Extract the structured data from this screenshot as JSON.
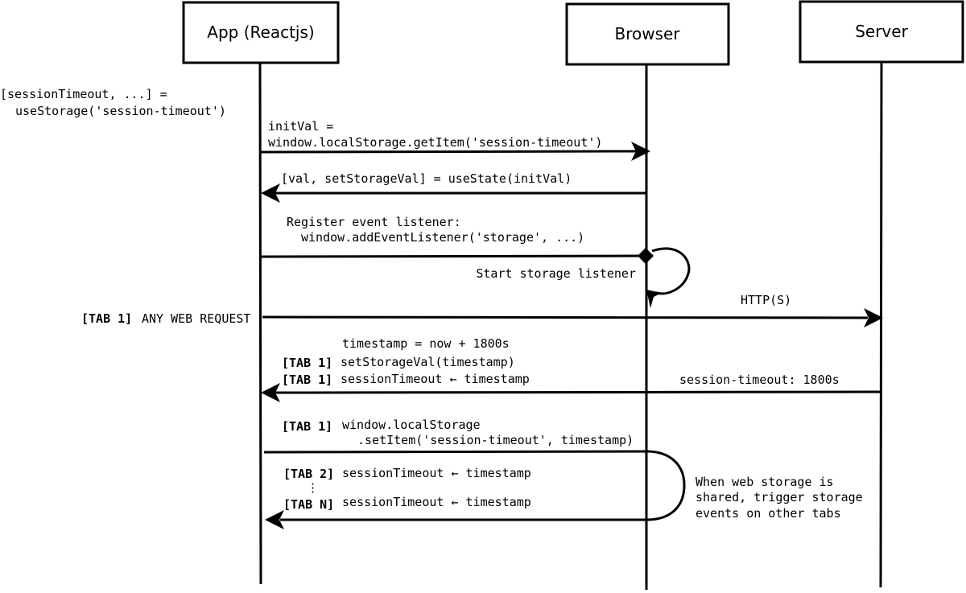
{
  "actors": {
    "app": "App (Reactjs)",
    "browser": "Browser",
    "server": "Server"
  },
  "labels": {
    "use_storage_line1": "[sessionTimeout, ...] =",
    "use_storage_line2": "useStorage('session-timeout')",
    "init_val_line1": "initVal =",
    "init_val_line2": "window.localStorage.getItem('session-timeout')",
    "use_state": "[val, setStorageVal] = useState(initVal)",
    "register_line1": "Register event listener:",
    "register_line2": "window.addEventListener('storage', ...)",
    "start_listener": "Start storage listener",
    "web_request_tag": "[TAB 1]",
    "web_request_text": "ANY WEB REQUEST",
    "http": "HTTP(S)",
    "timestamp_calc": "timestamp = now + 1800s",
    "set_storage_tag": "[TAB 1]",
    "set_storage_text": "setStorageVal(timestamp)",
    "session_assign_tag": "[TAB 1]",
    "session_assign_text": "sessionTimeout ← timestamp",
    "session_response": "session-timeout: 1800s",
    "local_storage_tag": "[TAB 1]",
    "local_storage_line1": "window.localStorage",
    "local_storage_line2": ".setItem('session-timeout', timestamp)",
    "tab2_tag": "[TAB 2]",
    "tab2_text": "sessionTimeout ← timestamp",
    "ellipsis": "⋮",
    "tabn_tag": "[TAB N]",
    "tabn_text": "sessionTimeout ← timestamp",
    "shared_note_line1": "When web storage is",
    "shared_note_line2": "shared, trigger storage",
    "shared_note_line3": "events on other tabs"
  }
}
